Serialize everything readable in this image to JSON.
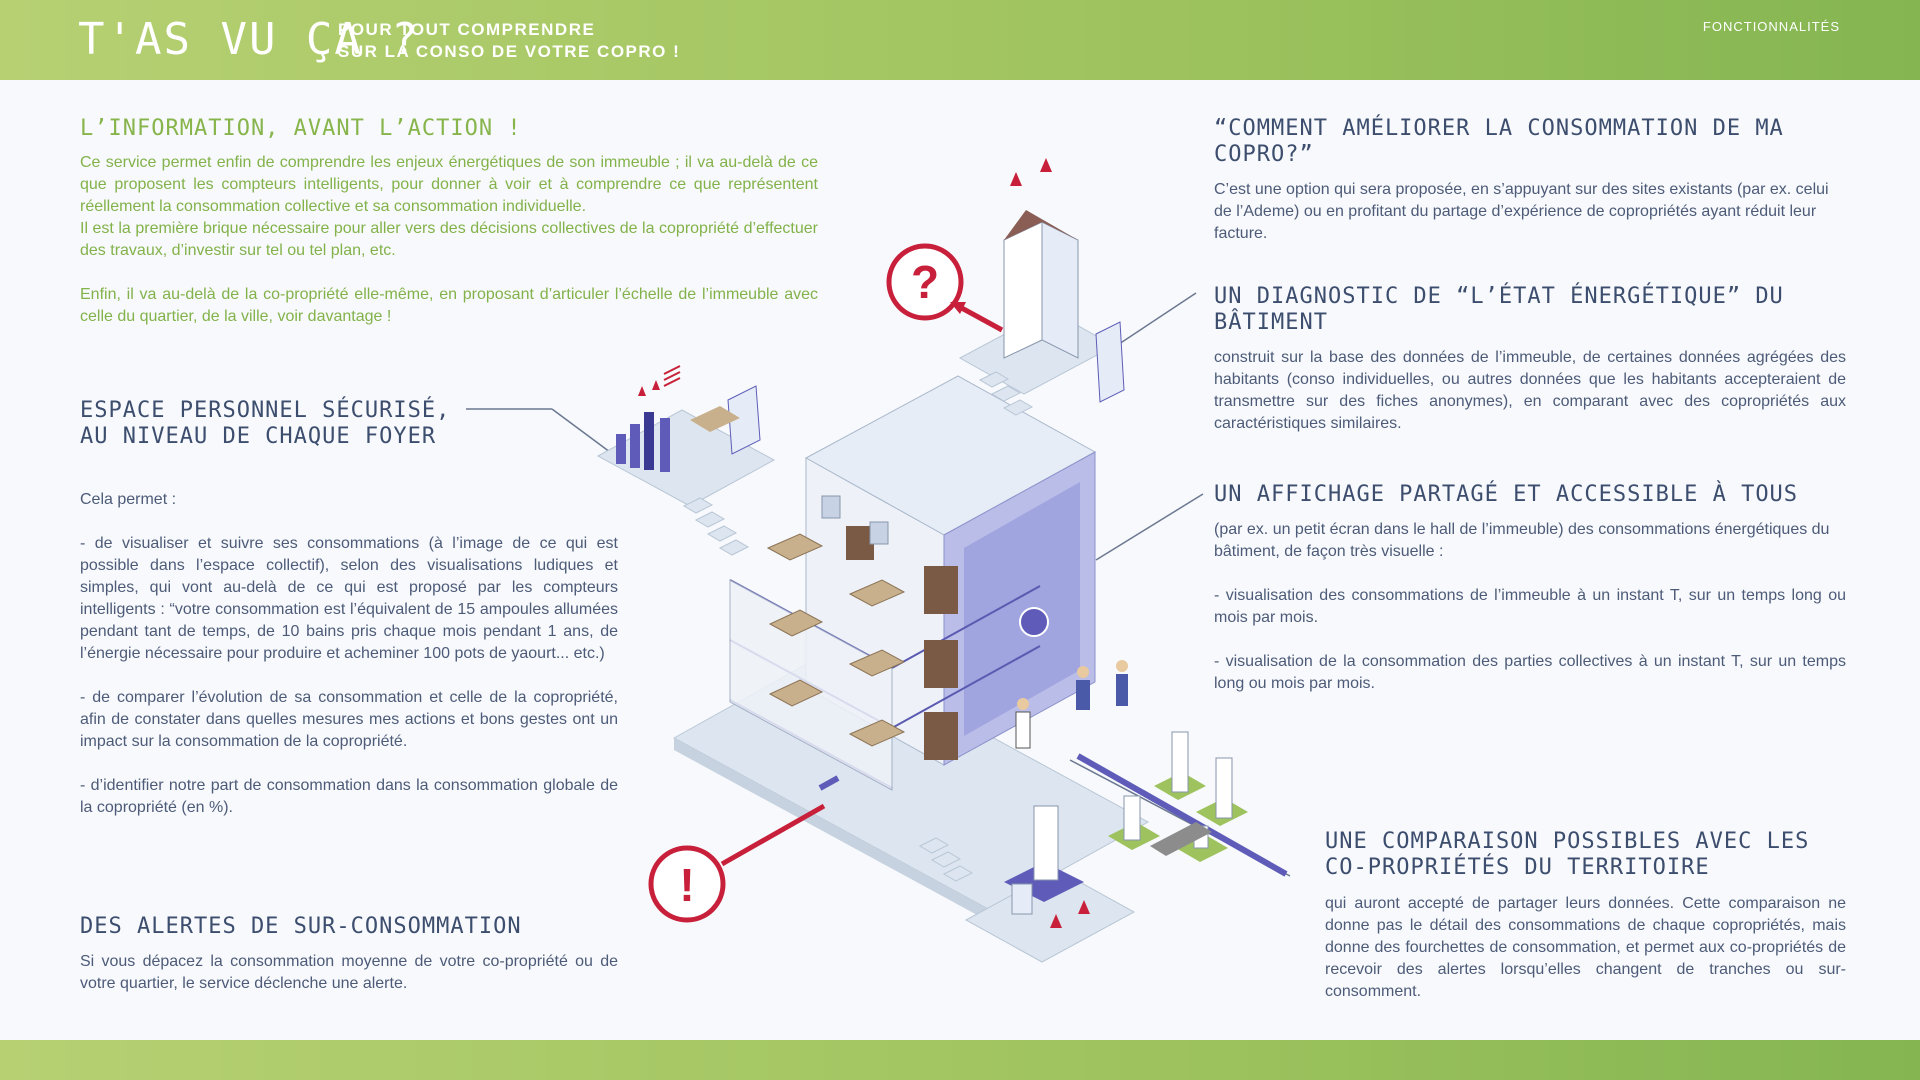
{
  "header": {
    "brand": "T'AS VU ÇA ?",
    "tagline_line1": "POUR TOUT COMPRENDRE",
    "tagline_line2": "SUR LA CONSO DE VOTRE COPRO !",
    "nav_link": "FONCTIONNALITÉS"
  },
  "information": {
    "title": "L’INFORMATION, AVANT L’ACTION !",
    "p1": "Ce service permet enfin de comprendre les enjeux énergétiques de son immeuble ; il va au-delà de ce que proposent les compteurs intelligents, pour donner à voir et à comprendre ce que représentent réellement la consommation collective et sa consommation individuelle.",
    "p2": "Il est la première brique nécessaire pour aller vers des décisions collectives de la copropriété d’effectuer des travaux, d’investir sur tel ou tel plan, etc.",
    "p3": "Enfin, il va au-delà de la co-propriété elle-même, en proposant d’articuler l’échelle de l’immeuble avec celle du quartier, de la ville, voir davantage !"
  },
  "espace": {
    "title_line1": "ESPACE PERSONNEL SÉCURISÉ,",
    "title_line2": "AU NIVEAU DE CHAQUE FOYER",
    "intro": "Cela permet :",
    "b1": "- de visualiser et suivre ses consommations (à l’image de ce qui est possible dans l’espace collectif), selon des visualisations ludiques et simples, qui vont au-delà de ce qui est proposé par les compteurs intelligents : “votre consommation est l’équivalent de 15 ampoules allumées pendant tant de temps, de 10 bains pris chaque mois pendant 1 ans, de l’énergie nécessaire pour produire et acheminer 100 pots de yaourt... etc.)",
    "b2": "- de comparer l’évolution de sa consommation et celle de la copropriété, afin de constater dans quelles mesures mes actions et bons gestes ont un impact sur la consommation de la copropriété.",
    "b3": "- d’identifier notre part de consommation dans la consommation globale de la copropriété (en %)."
  },
  "alertes": {
    "title": "DES ALERTES DE SUR-CONSOMMATION",
    "text": "Si vous dépacez la consommation moyenne de votre co-propriété ou de votre quartier, le service déclenche une alerte."
  },
  "ameliorer": {
    "title_line1": "“COMMENT AMÉLIORER LA CONSOMMATION DE MA",
    "title_line2": "COPRO?”",
    "text": "C’est une option qui sera proposée, en s’appuyant sur des sites existants (par ex. celui de l’Ademe) ou en profitant du partage d’expérience de copropriétés ayant réduit leur facture."
  },
  "diagnostic": {
    "title_line1": "UN DIAGNOSTIC DE “L’ÉTAT ÉNERGÉTIQUE” DU",
    "title_line2": "BÂTIMENT",
    "text": "construit sur la base des données de l’immeuble, de certaines données agrégées des habitants (conso individuelles, ou autres données que les habitants accepteraient de transmettre sur des fiches anonymes), en comparant avec des copropriétés aux caractéristiques similaires."
  },
  "affichage": {
    "title": "UN AFFICHAGE PARTAGÉ ET ACCESSIBLE À TOUS",
    "intro": "(par ex. un petit écran dans le hall de l’immeuble) des consommations énergétiques du bâtiment, de façon très visuelle :",
    "b1": "- visualisation des consommations de l’immeuble à un instant T, sur un temps long ou mois par mois.",
    "b2": "- visualisation de la consommation des parties collectives à un instant T, sur un temps long ou mois par mois."
  },
  "comparaison": {
    "title_line1": "UNE COMPARAISON POSSIBLES AVEC LES",
    "title_line2": "CO-PROPRIÉTÉS DU TERRITOIRE",
    "text": "qui auront accepté de partager leurs données. Cette comparaison ne donne pas le détail des consommations de chaque copropriétés, mais donne des fourchettes de consommation, et permet aux co-propriétés de recevoir des alertes lorsqu’elles changent de tranches ou sur-consomment."
  },
  "illustration": {
    "question_glyph": "?",
    "alert_glyph": "!",
    "colors": {
      "accent_red": "#c8203a",
      "purple": "#5e5cb8",
      "green": "#8fbf4d",
      "platform": "#dde6f0"
    }
  }
}
